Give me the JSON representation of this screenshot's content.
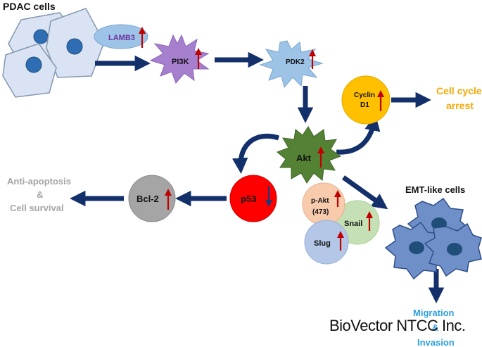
{
  "labels": {
    "pdac_cells": "PDAC cells",
    "lamb3": "LAMB3",
    "pi3k": "PI3K",
    "pdk2": "PDK2",
    "cyclin_d1_line1": "Cyclin",
    "cyclin_d1_line2": "D1",
    "cell_cycle_line1": "Cell cycle",
    "cell_cycle_line2": "arrest",
    "akt": "Akt",
    "p53": "p53",
    "bcl2": "Bcl-2",
    "anti_apoptosis_line1": "Anti-apoptosis",
    "anti_apoptosis_line2": "&",
    "anti_apoptosis_line3": "Cell survival",
    "emt_cells": "EMT-like cells",
    "pakt_line1": "p-Akt",
    "pakt_line2": "(473)",
    "snail": "Snail",
    "slug": "Slug",
    "migration_line1": "Migration",
    "migration_line2": "&",
    "migration_line3": "Invasion"
  },
  "watermark": "BioVector NTCC Inc.",
  "colors": {
    "arrow": "#13306a",
    "up_arrow": "#c00000",
    "down_arrow": "#1f3a7a",
    "lamb3_fill": "#9dc3e6",
    "lamb3_text": "#7030a0",
    "pi3k_fill": "#a77fcf",
    "pdk2_fill": "#9dc3e6",
    "cyclin_fill": "#ffc000",
    "cell_cycle_text": "#f5a800",
    "akt_fill": "#548235",
    "p53_fill": "#ff0000",
    "bcl2_fill": "#a5a5a5",
    "gray_text": "#a5a5a5",
    "pakt_fill": "#f8cbad",
    "snail_fill": "#c5e0b4",
    "slug_fill": "#b4c7e7",
    "emt_fill": "#6f8fc9",
    "pdac_fill": "#dae3f3",
    "nucleus": "#2e6db4",
    "emt_nucleus": "#1f4e79",
    "migration_text": "#2e9fde"
  },
  "regulation": {
    "lamb3": "up",
    "pi3k": "up",
    "pdk2": "up",
    "cyclin_d1": "up",
    "akt": "up",
    "p53": "down",
    "bcl2": "up",
    "pakt": "up",
    "snail": "up",
    "slug": "up"
  }
}
